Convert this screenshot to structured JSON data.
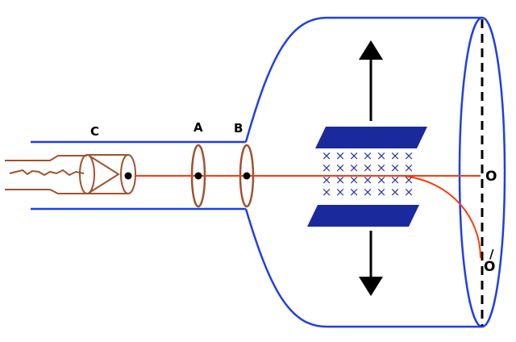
{
  "labels": {
    "cathode": "C",
    "anode_a": "A",
    "anode_b": "B",
    "spot_undeflected": "O",
    "spot_deflected": "O",
    "spot_deflected_prime": "/"
  },
  "field_symbol": "×",
  "field_grid": {
    "rows": 4,
    "cols": 7
  },
  "colors": {
    "tube_outline": "#1f3fe6",
    "beam": "#ff3a0a",
    "gun": "#a0522d",
    "plates": "#1a2a9c",
    "field_crosses": "#2a3aa8",
    "screen": "#000000",
    "arrows": "#000000"
  }
}
